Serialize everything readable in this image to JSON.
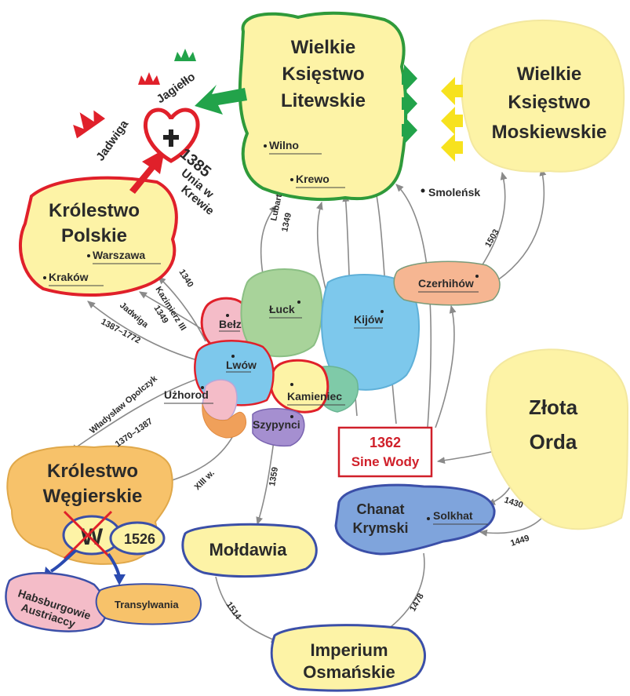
{
  "regions": {
    "lithuania": [
      "Wielkie",
      "Księstwo",
      "Litewskie"
    ],
    "moscow": [
      "Wielkie",
      "Księstwo",
      "Moskiewskie"
    ],
    "poland": [
      "Królestwo",
      "Polskie"
    ],
    "golden_horde": [
      "Złota",
      "Orda"
    ],
    "hungary": [
      "Królestwo",
      "Węgierskie"
    ],
    "crimea": [
      "Chanat",
      "Krymski"
    ],
    "moldavia": "Mołdawia",
    "ottoman": [
      "Imperium",
      "Osmańskie"
    ],
    "habsburg": [
      "Habsburgowie",
      "Austriaccy"
    ],
    "transylvania": "Transylwania",
    "belz": "Bełz",
    "luck": "Łuck",
    "kijow": "Kijów",
    "czerhihow": "Czerhihów",
    "lwow": "Lwów",
    "uzhorod": "Użhorod",
    "kamieniec": "Kamieniec",
    "szypynci": "Szypynci"
  },
  "cities": {
    "wilno": "Wilno",
    "krewo": "Krewo",
    "smolensk": "Smoleńsk",
    "warszawa": "Warszawa",
    "krakow": "Kraków",
    "solkhat": "Solkhat"
  },
  "union": {
    "year": "1385",
    "text": [
      "Unia w",
      "Krewie"
    ],
    "jadwiga": "Jadwiga",
    "jagiello": "Jagiełło"
  },
  "battle": {
    "year": "1362",
    "name": "Sine Wody"
  },
  "hungary_badge": {
    "letter": "W",
    "year": "1526"
  },
  "arrow_labels": {
    "lubart": "Lubart",
    "y1349a": "1349",
    "y1340": "1340",
    "kazimierz": "Kazimierz III",
    "y1349b": "1349",
    "jadwiga": "Jadwiga",
    "y1387_1772": "1387–1772",
    "opolczyk": "Władysław Opolczyk",
    "y1370_1387": "1370–1387",
    "xiii": "XIII w.",
    "y1359": "1359",
    "y1503": "1503",
    "y1430": "1430",
    "y1449": "1449",
    "y1478": "1478",
    "y1514": "1514"
  },
  "colors": {
    "outline_green": "#2f9a3a",
    "outline_red": "#e0202a",
    "outline_blue": "#3b4fa8",
    "yellow_fill": "#fdf3a6",
    "orange_fill": "#f7c26a",
    "pink_fill": "#f4bcc8",
    "green_fill": "#a8d39a",
    "blue_fill": "#7dc8ec",
    "salmon_fill": "#f6b692",
    "teal_fill": "#7fcaa8",
    "purple_fill": "#a58fd0",
    "crimea_fill": "#7fa4dc",
    "arrow_green": "#22a34a",
    "arrow_yellow": "#f7e21e",
    "arrow_red": "#e0202a",
    "arrow_blue": "#2a4ab0",
    "arrow_gray": "#8a8a8a"
  },
  "icons": [
    "crown-icon",
    "heart-icon",
    "cross-icon"
  ]
}
